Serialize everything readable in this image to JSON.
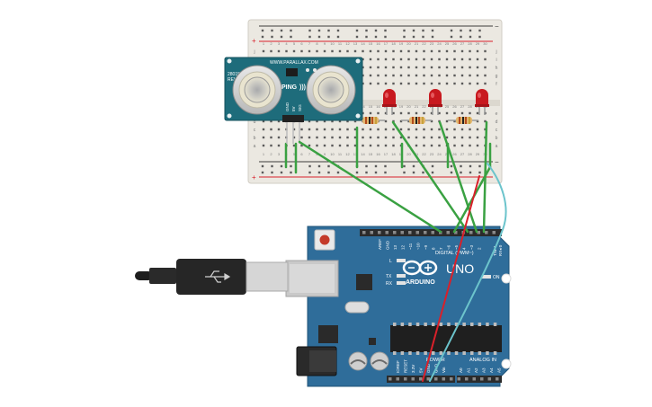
{
  "sensor": {
    "brand_text": "WWW.PARALLAX.COM",
    "model_code": "28015",
    "rev_text": "REV C",
    "name_label": "PING",
    "pin_labels": [
      "GND",
      "5V",
      "SIG"
    ]
  },
  "arduino": {
    "brand_label": "ARDUINO",
    "model_label": "UNO",
    "digital_header_label": "DIGITAL (PWM~)",
    "analog_header_label": "ANALOG IN",
    "power_header_label": "POWER",
    "on_label": "ON",
    "led_labels": [
      "L",
      "TX",
      "RX"
    ],
    "tx_rx_side_labels": [
      "TX▸ 1",
      "RX◂ 0"
    ],
    "digital_pin_labels": [
      "AREF",
      "GND",
      "13",
      "12",
      "~11",
      "~10",
      "~9",
      "8",
      "7",
      "~6",
      "~5",
      "4",
      "~3",
      "2"
    ],
    "power_pin_labels": [
      "IOREF",
      "RESET",
      "3.3V",
      "5V",
      "GND",
      "GND",
      "Vin"
    ],
    "analog_pin_labels": [
      "A0",
      "A1",
      "A2",
      "A3",
      "A4",
      "A5"
    ]
  },
  "breadboard": {
    "rail_plus": "+",
    "rail_minus": "−",
    "column_numbers": [
      "1",
      "2",
      "3",
      "4",
      "5",
      "6",
      "7",
      "8",
      "9",
      "10",
      "11",
      "12",
      "13",
      "14",
      "15",
      "16",
      "17",
      "18",
      "19",
      "20",
      "21",
      "22",
      "23",
      "24",
      "25",
      "26",
      "27",
      "28",
      "29",
      "30"
    ],
    "row_letters_top": [
      "j",
      "i",
      "h",
      "g",
      "f"
    ],
    "row_letters_bottom": [
      "e",
      "d",
      "c",
      "b",
      "a"
    ]
  },
  "colors": {
    "board_blue": "#2f6d9a",
    "sensor_teal": "#1e6c7b",
    "wire_green": "#3aa142",
    "wire_red": "#d9202a",
    "wire_cyan": "#6cc4cc",
    "led_red": "#c8191f",
    "breadboard": "#ebe8e1"
  }
}
